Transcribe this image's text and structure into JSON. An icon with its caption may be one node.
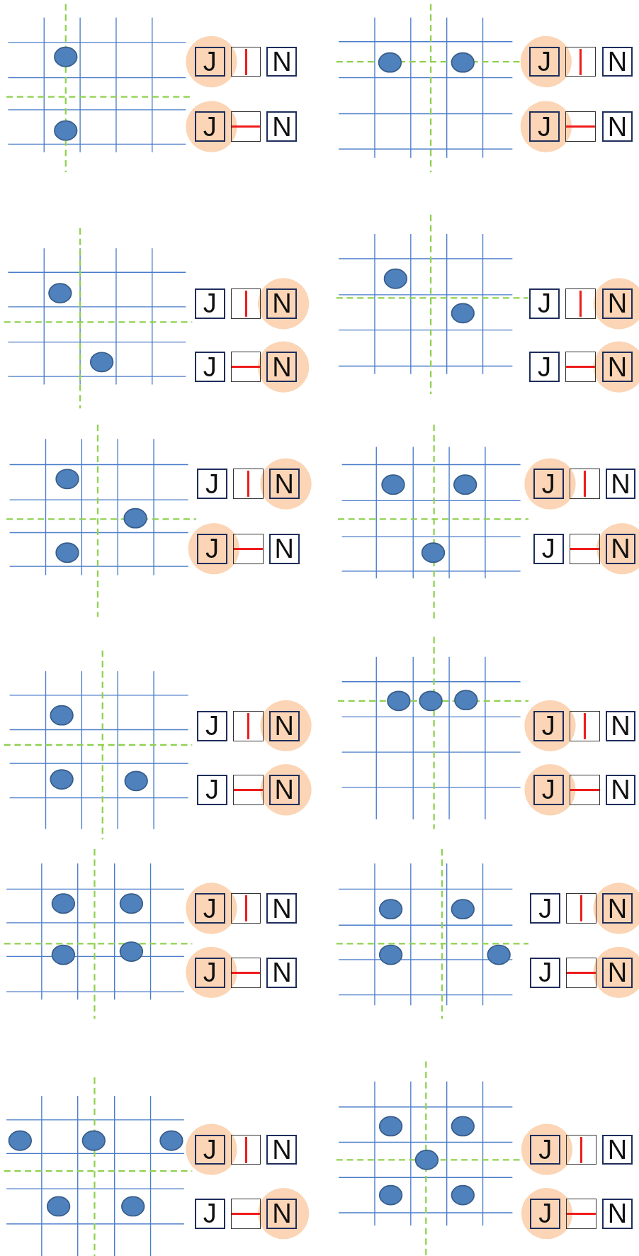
{
  "diagram": {
    "nodes": [
      {
        "text": [
          "J"
        ]
      },
      {
        "text": [],
        "shape": "box"
      },
      {
        "text": [
          "N"
        ]
      },
      {
        "text": [
          "J"
        ]
      },
      {
        "text": [],
        "shape": "box"
      },
      {
        "text": [
          "N"
        ]
      },
      {
        "text": [
          "J"
        ]
      },
      {
        "text": [],
        "shape": "box"
      },
      {
        "text": [
          "N"
        ]
      },
      {
        "text": [
          "J"
        ]
      },
      {
        "text": [],
        "shape": "box"
      },
      {
        "text": [
          "N"
        ]
      },
      {
        "text": [
          "J"
        ]
      },
      {
        "text": [],
        "shape": "box"
      },
      {
        "text": [
          "N"
        ]
      },
      {
        "text": [
          "J"
        ]
      },
      {
        "text": [],
        "shape": "box"
      },
      {
        "text": [
          "N"
        ]
      },
      {
        "text": [
          "J"
        ]
      },
      {
        "text": [],
        "shape": "box"
      },
      {
        "text": [
          "N"
        ]
      },
      {
        "text": [
          "J"
        ]
      },
      {
        "text": [],
        "shape": "box"
      },
      {
        "text": [
          "N"
        ]
      },
      {
        "text": [
          "J"
        ]
      },
      {
        "text": [],
        "shape": "box"
      },
      {
        "text": [
          "N"
        ]
      },
      {
        "text": [
          "J"
        ]
      },
      {
        "text": [],
        "shape": "box"
      },
      {
        "text": [
          "N"
        ]
      },
      {
        "text": [
          "J"
        ]
      },
      {
        "text": [],
        "shape": "box"
      },
      {
        "text": [
          "N"
        ]
      },
      {
        "text": [
          "J"
        ]
      },
      {
        "text": [],
        "shape": "box"
      },
      {
        "text": [
          "N"
        ]
      },
      {
        "text": [
          "J"
        ]
      },
      {
        "text": [],
        "shape": "box"
      },
      {
        "text": [
          "N"
        ]
      },
      {
        "text": [
          "J"
        ]
      },
      {
        "text": [],
        "shape": "box"
      },
      {
        "text": [
          "N"
        ]
      },
      {
        "text": [
          "J"
        ]
      },
      {
        "text": [],
        "shape": "box"
      },
      {
        "text": [
          "N"
        ]
      },
      {
        "text": [
          "J"
        ]
      },
      {
        "text": [],
        "shape": "box"
      },
      {
        "text": [
          "N"
        ]
      },
      {
        "text": [
          "J"
        ]
      },
      {
        "text": [],
        "shape": "box"
      },
      {
        "text": [
          "N"
        ]
      },
      {
        "text": [
          "J"
        ]
      },
      {
        "text": [],
        "shape": "box"
      },
      {
        "text": [
          "N"
        ]
      },
      {
        "text": [
          "J"
        ]
      },
      {
        "text": [],
        "shape": "box"
      },
      {
        "text": [
          "N"
        ]
      },
      {
        "text": [
          "J"
        ]
      },
      {
        "text": [],
        "shape": "box"
      },
      {
        "text": [
          "N"
        ]
      },
      {
        "text": [
          "J"
        ]
      },
      {
        "text": [],
        "shape": "box"
      },
      {
        "text": [
          "N"
        ]
      },
      {
        "text": [
          "J"
        ]
      },
      {
        "text": [],
        "shape": "box"
      },
      {
        "text": [
          "N"
        ]
      },
      {
        "text": [
          "J"
        ]
      },
      {
        "text": [],
        "shape": "box"
      },
      {
        "text": [
          "N"
        ]
      },
      {
        "text": [
          "J"
        ]
      },
      {
        "text": [],
        "shape": "box"
      },
      {
        "text": [
          "N"
        ]
      }
    ]
  }
}
